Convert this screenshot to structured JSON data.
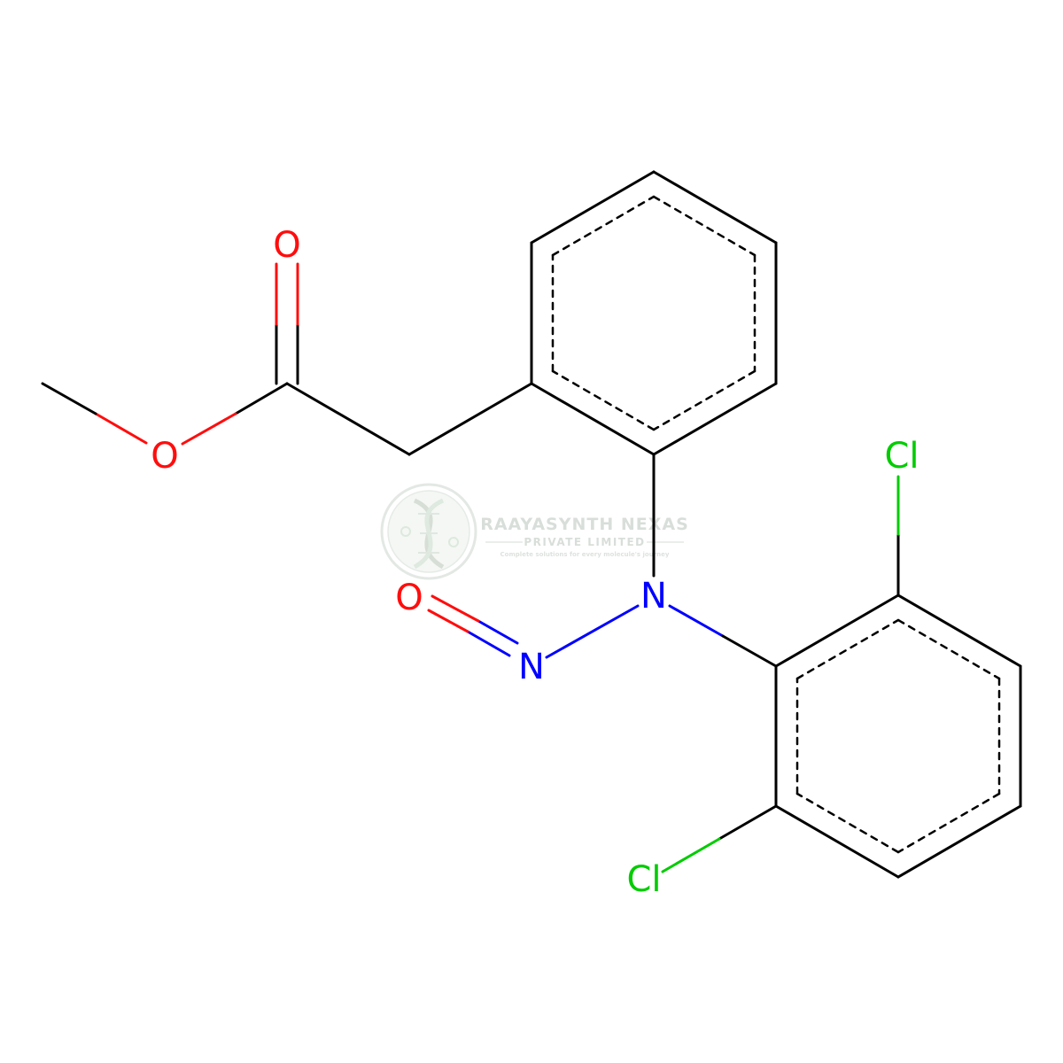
{
  "colors": {
    "bond": "#000000",
    "oxygen": "#ff0d0d",
    "nitrogen": "#0000ff",
    "chlorine": "#00cc00",
    "watermark": "#d2d9d3"
  },
  "atoms": {
    "o_carbonyl": "O",
    "o_ester": "O",
    "o_nitroso": "O",
    "n_amine": "N",
    "n_nitroso": "N",
    "cl_top": "Cl",
    "cl_bottom": "Cl"
  },
  "watermark": {
    "company": "RAAYASYNTH NEXAS",
    "subtitle": "PRIVATE LIMITED",
    "tagline": "Complete solutions for every molecule's journey",
    "logo_icon": "dna-helix-icon"
  }
}
